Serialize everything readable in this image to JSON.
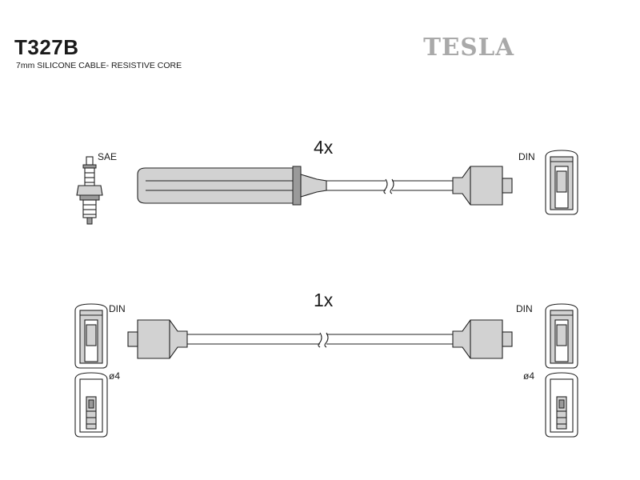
{
  "header": {
    "part_number": "T327B",
    "subtitle": "7mm SILICONE CABLE- RESISTIVE CORE",
    "brand": "TESLA"
  },
  "top_lead": {
    "quantity": "4x",
    "plug_label": "SAE",
    "coil_label": "DIN"
  },
  "bottom_lead": {
    "quantity": "1x",
    "left_label": "DIN",
    "right_label": "DIN",
    "left_pin_label": "ø4",
    "right_pin_label": "ø4"
  },
  "colors": {
    "boot_grey": "#d2d2d2",
    "brand_grey": "#a9a9a9",
    "outline": "#222222"
  }
}
